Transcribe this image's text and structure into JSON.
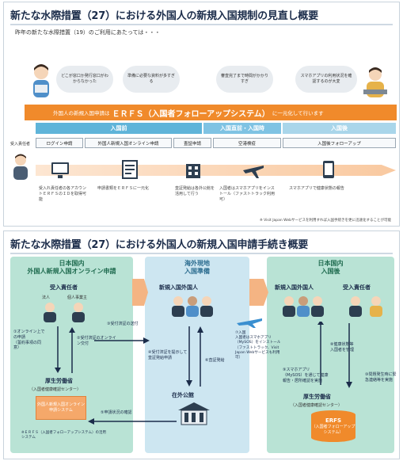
{
  "slide1": {
    "title": "新たな水際措置（27）における外国人の新規入国規制の見直し概要",
    "subtitle": "昨年の新たな水際措置（19）のご利用にあたっては・・・",
    "bubbles": [
      "どこが窓口か発行窓口がわからなかった",
      "準備に必要な資料が多すぎる",
      "審査完了まで時間がかかりすぎ",
      "スマホアプリの利用状況を確認するのが大変"
    ],
    "banner": {
      "pre": "外国人の新規入国申請は",
      "big": "ＥＲＦＳ（入国者フォローアップシステム）",
      "post": "に一元化して行います"
    },
    "phases": [
      "入国前",
      "入国直前・入国時",
      "入国後"
    ],
    "pre_label": "受入責任者",
    "steps": [
      "ログイン申請",
      "外国人新規入国オンライン申請",
      "査証申請",
      "空港検疫",
      "入国後フォローアップ"
    ],
    "descriptions": [
      "受入れ責任者の各アカウントＥＲＦＳのＩＤを取得可能",
      "申請書類をＥＲＦＳに一元化",
      "査証発給は各外公館を活用して行う",
      "入国者はスマホアプリをインストール（ファストトラック利用可）",
      "スマホアプリで健康状態の報告"
    ],
    "footnote": "※ Visit Japan Webサービスを利用すれば入国手続きを更に迅速化することが可能"
  },
  "slide2": {
    "title": "新たな水際措置（27）における外国人の新規入国申請手続き概要",
    "panels": {
      "left": "日本国内\n外国人新規入国オンライン申請",
      "middle": "海外現地\n入国準備",
      "right": "日本国内\n入国後"
    },
    "left": {
      "receiver": "受入責任者",
      "corp": "法人",
      "indiv": "個人事業主",
      "step1": "①オンライン上での申請\n（誓約事項の同意）",
      "step2": "②受付済証のオンライン交付",
      "mhlw": "厚生労働省",
      "mhlw_sub": "（入国者健康確認センター）",
      "system": "外国人新規入国オンライン申請システム",
      "erfs_note": "※ＥＲＦＳ（入国者フォローアップシステム）の活用システム"
    },
    "middle": {
      "applicant": "新規入国外国人",
      "step3": "③受付済証の送付",
      "step4": "④受付済証を提示して査証発給申請",
      "step6": "⑥査証発給",
      "embassy": "在外公館"
    },
    "right": {
      "applicant": "新規入国外国人",
      "receiver": "受入責任者",
      "step7": "⑦入国\n入国者はスマホアプリ（MySOS）をインストール\n（ファストトラック、Visit Japan Webサービスも利用可）",
      "step8": "⑧健康状態等\n入国者を管理",
      "step9": "⑨スマホアプリ（MySOS）を通じて健康報告・居所確認を実施",
      "step10": "⑩問題発生時に緊急連絡等を実施",
      "mhlw": "厚生労働省",
      "mhlw_sub": "（入国者健康確認センター）",
      "erfs": "ERFS",
      "erfs_sub": "（入国者フォローアップシステム）"
    },
    "step5": "⑤申請状況の確認"
  },
  "colors": {
    "orange": "#f08a2b",
    "phase_blue": "#5fb4d9",
    "phase_light": "#a9d6ea",
    "green_panel": "#b9e3d5",
    "blue_panel": "#cde6f1",
    "navy": "#1b2c4a"
  }
}
